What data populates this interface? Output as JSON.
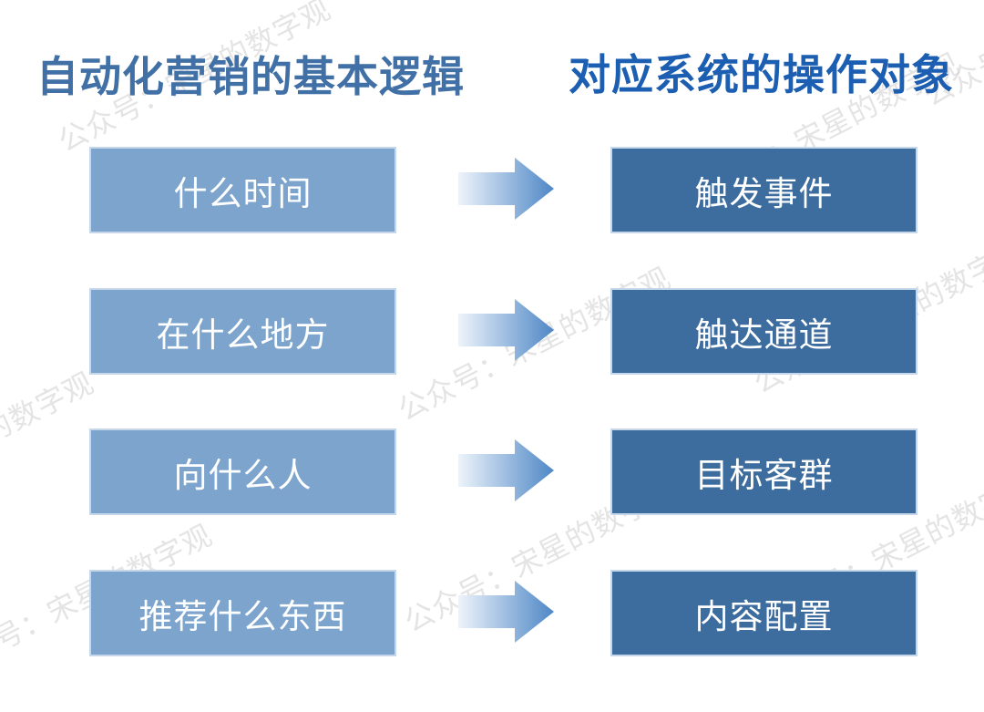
{
  "titles": {
    "left": "自动化营销的基本逻辑",
    "right": "对应系统的操作对象"
  },
  "watermark": {
    "text": "公众号：宋星的数字观"
  },
  "rows": [
    {
      "logic": "什么时间",
      "object": "触发事件"
    },
    {
      "logic": "在什么地方",
      "object": "触达通道"
    },
    {
      "logic": "向什么人",
      "object": "目标客群"
    },
    {
      "logic": "推荐什么东西",
      "object": "内容配置"
    }
  ],
  "icons": {
    "arrow": "right-block-arrow"
  },
  "colors": {
    "left_box": "#7DA4CD",
    "right_box": "#3D6C9E",
    "left_title": "#4070A5",
    "right_title": "#1C5FB2",
    "arrow_start": "#EDF4FB",
    "arrow_end": "#4F87C6",
    "box_text": "#FFFFFF",
    "watermark": "#CFCFCF",
    "box_border": "#C6D7EA"
  }
}
